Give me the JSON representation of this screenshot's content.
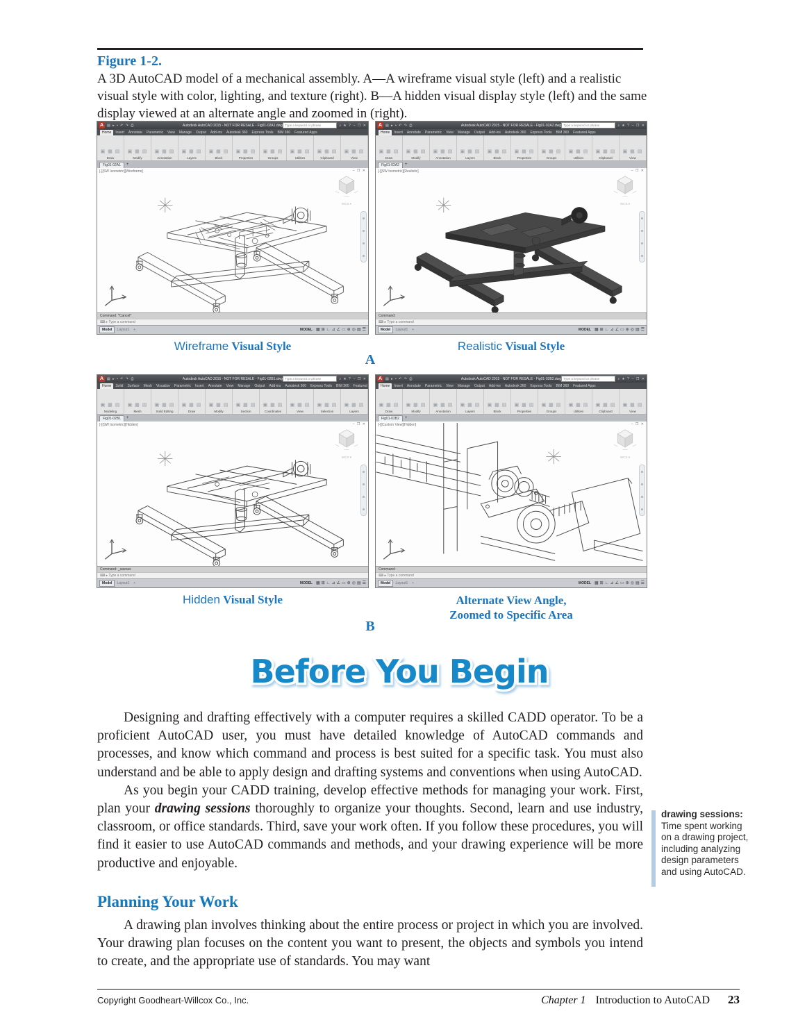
{
  "page": {
    "figure_label": "Figure 1-2.",
    "figure_caption": "A 3D AutoCAD model of a mechanical assembly. A—A wireframe visual style (left) and a realistic visual style with color, lighting, and texture (right). B—A hidden visual display style (left) and the same display viewed at an alternate angle and zoomed in (right).",
    "banner": "Before You Begin",
    "captions": {
      "a_left_prefix": "Wireframe",
      "a_left_suffix": "Visual Style",
      "a_right_prefix": "Realistic",
      "a_right_suffix": "Visual Style",
      "label_a": "A",
      "b_left_prefix": "Hidden",
      "b_left_suffix": "Visual Style",
      "b_right_line1": "Alternate View Angle,",
      "b_right_line2": "Zoomed to Specific Area",
      "label_b": "B"
    },
    "para1": "Designing and drafting effectively with a computer requires a skilled CADD operator. To be a proficient AutoCAD user, you must have detailed knowledge of AutoCAD commands and processes, and know which command and process is best suited for a specific task. You must also understand and be able to apply design and drafting systems and conventions when using AutoCAD.",
    "para2_pre": "As you begin your CADD training, develop effective methods for managing your work. First, plan your ",
    "para2_term": "drawing sessions",
    "para2_post": " thoroughly to organize your thoughts. Second, learn and use industry, classroom, or office standards. Third, save your work often. If you follow these procedures, you will find it easier to use AutoCAD commands and methods, and your drawing experience will be more productive and enjoyable.",
    "sidebar": {
      "term": "drawing sessions:",
      "definition": "Time spent working on a drawing project, including analyzing design parameters and using AutoCAD."
    },
    "section_heading": "Planning Your Work",
    "para3": "A drawing plan involves thinking about the entire process or project in which you are involved. Your drawing plan focuses on the content you want to present, the objects and symbols you intend to create, and the appropriate use of standards. You may want",
    "footer": {
      "copyright": "Copyright Goodheart-Willcox Co., Inc.",
      "chapter": "Chapter 1",
      "chapter_title": "Introduction to AutoCAD",
      "page_number": "23"
    },
    "colors": {
      "accent_blue": "#1b75bc",
      "heading_blue": "#1478bd",
      "banner_blue": "#1789c8"
    }
  },
  "screenshots": {
    "common": {
      "qat_icons": "▤ ▸ ▪ ↶ ↷ ⎙",
      "search_placeholder": "Type a keyword or phrase",
      "infocenter_icons": "⌕ ★ ?",
      "window_buttons": "– ❒ ✕",
      "canvas_buttons": "– ❒ ✕",
      "wcs": "WCS ▾",
      "plus": "+",
      "type_prompt": "⌨ ▸ Type a command",
      "model_tab": "Model",
      "layout_tab": "Layout1",
      "model_badge": "MODEL",
      "status_icons": [
        "▦",
        "⊞",
        "∟",
        "⊿",
        "∠",
        "▭",
        "⊕",
        "◎",
        "▤",
        "☰"
      ]
    },
    "a1": {
      "title": "Autodesk AutoCAD 2015 - NOT FOR RESALE - Fig01-02A1.dwg",
      "file_tab": "Fig01-02A1",
      "viewport": "[-][SW Isometric][Wireframe]",
      "cmd1": "Command: *Cancel*",
      "tabs": [
        "Home",
        "Insert",
        "Annotate",
        "Parametric",
        "View",
        "Manage",
        "Output",
        "Add-ins",
        "Autodesk 360",
        "Express Tools",
        "BIM 360",
        "Featured Apps"
      ],
      "panels": [
        "Draw",
        "Modify",
        "Annotation",
        "Layers",
        "Block",
        "Properties",
        "Groups",
        "Utilities",
        "Clipboard",
        "View"
      ]
    },
    "a2": {
      "title": "Autodesk AutoCAD 2015 - NOT FOR RESALE - Fig01-02A2.dwg",
      "file_tab": "Fig01-02A2",
      "viewport": "[-][SW Isometric][Realistic]",
      "cmd1": "Command:",
      "tabs": [
        "Home",
        "Insert",
        "Annotate",
        "Parametric",
        "View",
        "Manage",
        "Output",
        "Add-ins",
        "Autodesk 360",
        "Express Tools",
        "BIM 360",
        "Featured Apps"
      ],
      "panels": [
        "Draw",
        "Modify",
        "Annotation",
        "Layers",
        "Block",
        "Properties",
        "Groups",
        "Utilities",
        "Clipboard",
        "View"
      ]
    },
    "b1": {
      "title": "Autodesk AutoCAD 2015 - NOT FOR RESALE - Fig01-02B1.dwg",
      "file_tab": "Fig01-02B1",
      "viewport": "[-][SW Isometric][Hidden]",
      "cmd1": "Command: _saveas",
      "tabs": [
        "Home",
        "Solid",
        "Surface",
        "Mesh",
        "Visualize",
        "Parametric",
        "Insert",
        "Annotate",
        "View",
        "Manage",
        "Output",
        "Add-ins",
        "Autodesk 360",
        "Express Tools",
        "BIM 360",
        "Featured Apps"
      ],
      "panels": [
        "Modeling",
        "Mesh",
        "Solid Editing",
        "Draw",
        "Modify",
        "Section",
        "Coordinates",
        "View",
        "Selection",
        "Layers"
      ]
    },
    "b2": {
      "title": "Autodesk AutoCAD 2015 - NOT FOR RESALE - Fig01-02B2.dwg",
      "file_tab": "Fig01-02B2",
      "viewport": "[-][Custom View][Hidden]",
      "cmd1": "Command:",
      "tabs": [
        "Home",
        "Insert",
        "Annotate",
        "Parametric",
        "View",
        "Manage",
        "Output",
        "Add-ins",
        "Autodesk 360",
        "Express Tools",
        "BIM 360",
        "Featured Apps"
      ],
      "panels": [
        "Draw",
        "Modify",
        "Annotation",
        "Layers",
        "Block",
        "Properties",
        "Groups",
        "Utilities",
        "Clipboard",
        "View"
      ]
    }
  }
}
